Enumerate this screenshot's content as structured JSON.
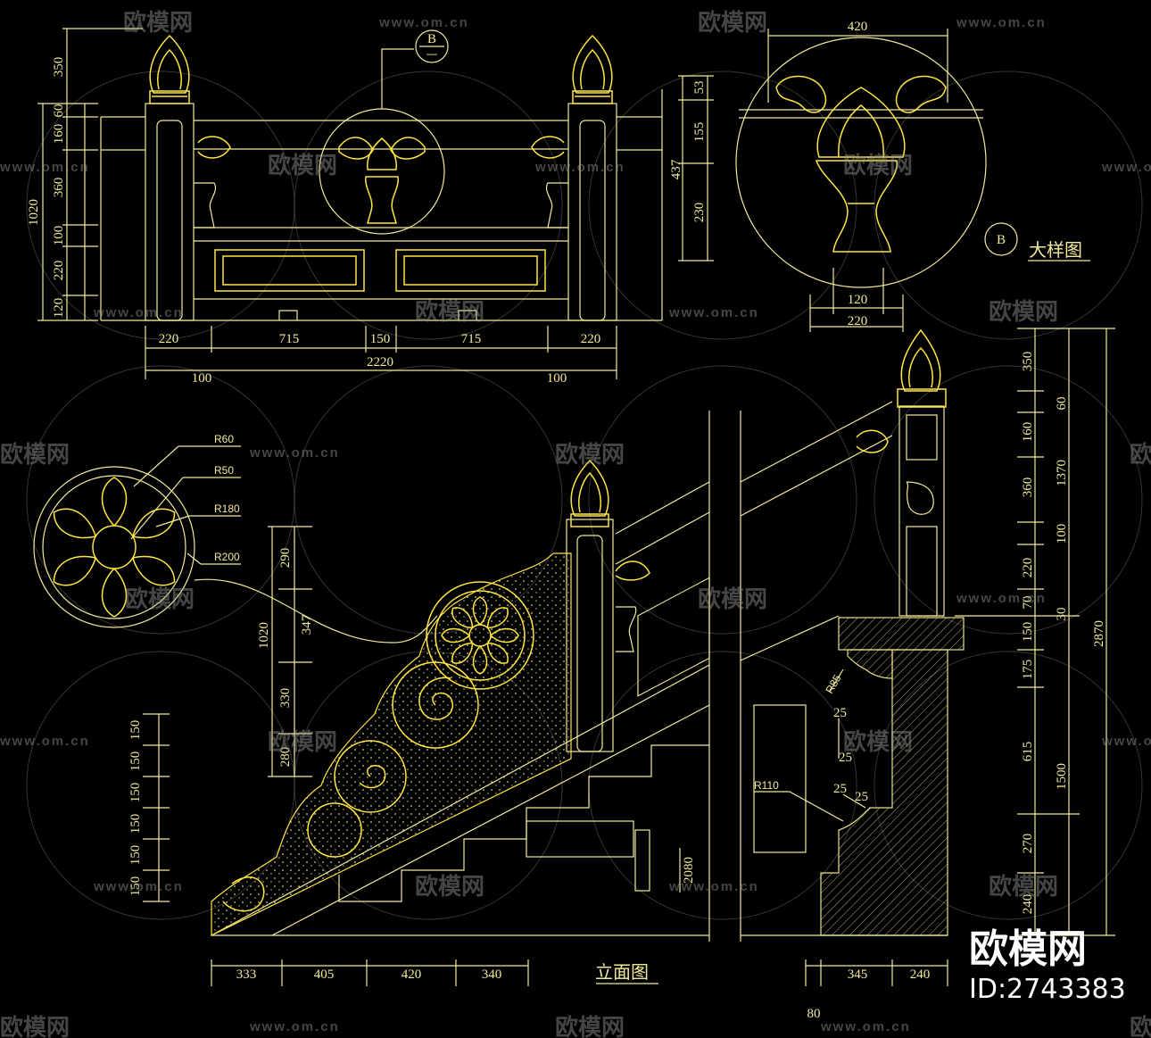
{
  "top_elevation": {
    "heights_left": [
      "350",
      "60",
      "160",
      "360",
      "100",
      "220",
      "120"
    ],
    "total_height": "1020",
    "widths": [
      "220",
      "715",
      "150",
      "715",
      "220"
    ],
    "overall_width": "2220",
    "overhangs": [
      "100",
      "100"
    ],
    "right_dims": [
      "53",
      "155",
      "230"
    ],
    "right_total": "437",
    "callout_letter": "B",
    "callout_sub": "—"
  },
  "detail_b": {
    "width_top": "420",
    "width_bottom_inner": "120",
    "width_bottom_outer": "220",
    "letter": "B",
    "title": "大样图"
  },
  "rosette": {
    "radii": [
      "R60",
      "R50",
      "R180",
      "R200"
    ]
  },
  "side_elevation": {
    "height_dims": [
      "290",
      "347",
      "330",
      "280"
    ],
    "total_height": "1020",
    "step_dims": [
      "150",
      "150",
      "150",
      "150",
      "150",
      "150"
    ],
    "bottom_widths": [
      "333",
      "405",
      "420",
      "340"
    ],
    "title": "立面图",
    "drum_width": "2080"
  },
  "section": {
    "radii": [
      "R85",
      "R110"
    ],
    "gaps": [
      "25",
      "25",
      "25",
      "25"
    ],
    "right_dims": [
      "350",
      "60",
      "160",
      "360",
      "100",
      "220",
      "70",
      "150",
      "175",
      "615",
      "270",
      "240"
    ],
    "sum_dims": [
      "1370",
      "1500",
      "2870"
    ],
    "tiny": "30",
    "bottom_widths": [
      "345",
      "240"
    ],
    "offset": "80"
  },
  "watermark": {
    "brand_cn": "欧模网",
    "url": "www.om.cn",
    "id_text": "ID:2743383"
  },
  "colors": {
    "background": "#000000",
    "line": "#f2ea9a",
    "highlight": "#ffe640"
  }
}
